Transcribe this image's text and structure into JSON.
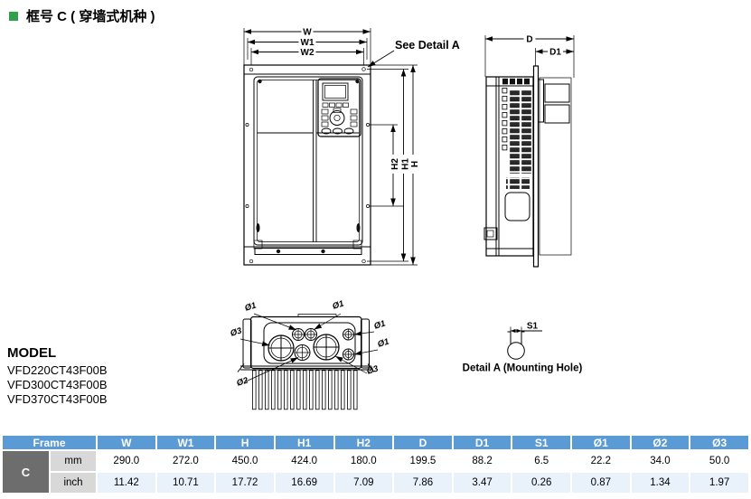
{
  "colors": {
    "header-bg": "#5b9bd5",
    "frame-bg": "#6d6d6d",
    "unit-bg": "#d8d8d8",
    "row-alt-bg": "#e9f2fb",
    "bullet-green": "#2fa14b"
  },
  "title": {
    "text": "框号 C ( 穿墙式机种 )"
  },
  "drawing": {
    "front": {
      "w": "W",
      "w1": "W1",
      "w2": "W2",
      "h": "H",
      "h1": "H1",
      "h2": "H2",
      "see_detail": "See Detail A"
    },
    "side": {
      "d": "D",
      "d1": "D1"
    },
    "bottom": {
      "phi1": "Ø1",
      "phi2": "Ø2",
      "phi3": "Ø3"
    },
    "detail": {
      "s1": "S1",
      "caption": "Detail A (Mounting Hole)"
    }
  },
  "model": {
    "heading": "MODEL",
    "items": [
      "VFD220CT43F00B",
      "VFD300CT43F00B",
      "VFD370CT43F00B"
    ]
  },
  "table": {
    "frame_header": "Frame",
    "columns": [
      "W",
      "W1",
      "H",
      "H1",
      "H2",
      "D",
      "D1",
      "S1",
      "Ø1",
      "Ø2",
      "Ø3"
    ],
    "frame_value": "C",
    "rows": [
      {
        "unit": "mm",
        "values": [
          "290.0",
          "272.0",
          "450.0",
          "424.0",
          "180.0",
          "199.5",
          "88.2",
          "6.5",
          "22.2",
          "34.0",
          "50.0"
        ]
      },
      {
        "unit": "inch",
        "values": [
          "11.42",
          "10.71",
          "17.72",
          "16.69",
          "7.09",
          "7.86",
          "3.47",
          "0.26",
          "0.87",
          "1.34",
          "1.97"
        ]
      }
    ]
  }
}
